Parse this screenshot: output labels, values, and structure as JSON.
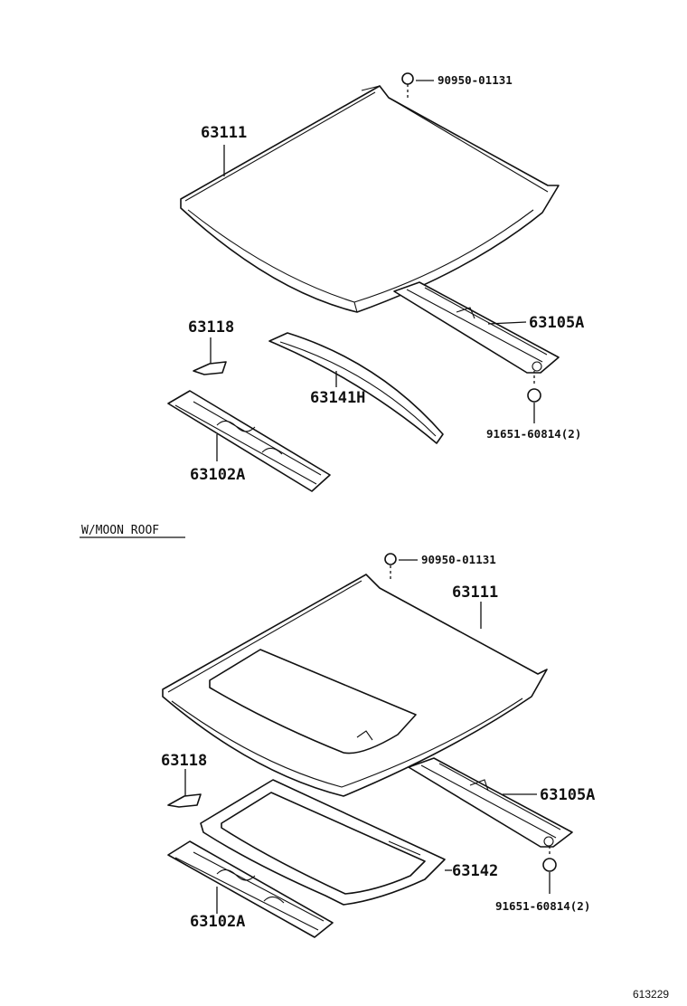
{
  "upper": {
    "label_roof": "63111",
    "label_clip": "90950-01131",
    "label_rear_rail": "63105A",
    "label_nut": "91651-60814(2)",
    "label_bracket": "63118",
    "label_header": "63141H",
    "label_front_rail": "63102A"
  },
  "section_caption": "W/MOON ROOF",
  "lower": {
    "label_clip": "90950-01131",
    "label_roof": "63111",
    "label_bracket": "63118",
    "label_rear_rail": "63105A",
    "label_frame": "63142",
    "label_nut": "91651-60814(2)",
    "label_front_rail": "63102A"
  },
  "figure_number": "613229"
}
